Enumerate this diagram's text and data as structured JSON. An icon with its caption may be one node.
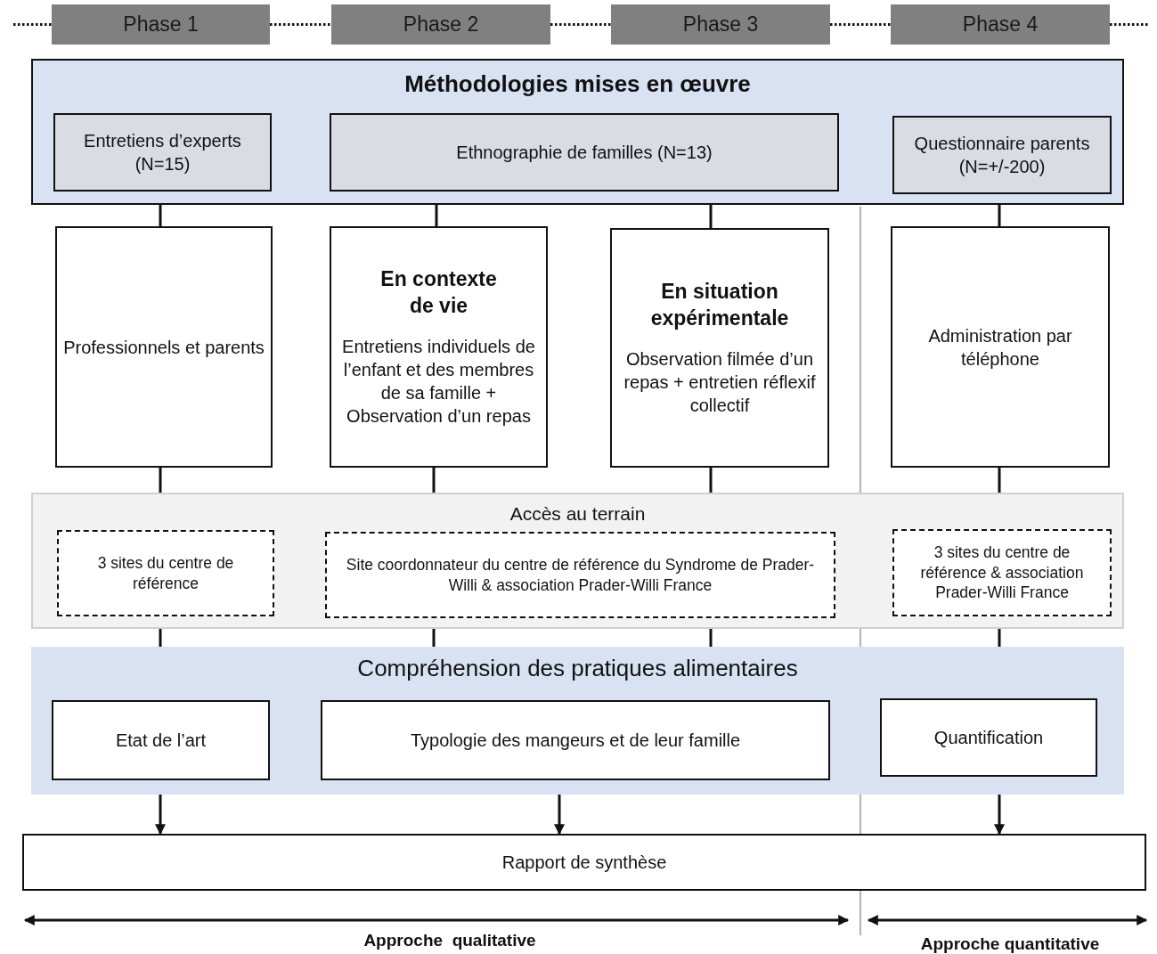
{
  "diagram": {
    "nodes": [
      {
        "text": [
          "Phase 1"
        ]
      },
      {
        "text": [
          "Phase 2"
        ]
      },
      {
        "text": [
          "Phase 3"
        ]
      },
      {
        "text": [
          "Phase 4"
        ]
      },
      {
        "text": [
          "Méthodologies mises en œuvre"
        ]
      },
      {
        "text": [
          "Entretiens d’experts (N=15)"
        ],
        "in": 4
      },
      {
        "text": [
          "Ethnographie de familles (N=13)"
        ],
        "in": 4
      },
      {
        "text": [
          "Questionnaire parents (N=+/-200)"
        ],
        "in": 4
      },
      {
        "text": [
          "Professionnels et parents"
        ]
      },
      {
        "text": [
          "En contexte de vie",
          "Entretiens individuels de l’enfant et des membres de sa famille + Observation d’un repas"
        ]
      },
      {
        "text": [
          "En situation expérimentale",
          "Observation filmée d’un repas + entretien réflexif collectif"
        ]
      },
      {
        "text": [
          "Administration par téléphone"
        ]
      },
      {
        "text": [
          "Accès au terrain"
        ]
      },
      {
        "text": [
          "3 sites du centre de référence"
        ],
        "in": 12
      },
      {
        "text": [
          "Site coordonnateur du centre de référence du Syndrome de Prader-Willi & association Prader-Willi France"
        ],
        "in": 12
      },
      {
        "text": [
          "3 sites du centre de référence & association Prader-Willi France"
        ],
        "in": 12
      },
      {
        "text": [
          "Compréhension des pratiques alimentaires"
        ]
      },
      {
        "text": [
          "Etat de l’art"
        ],
        "in": 16
      },
      {
        "text": [
          "Typologie des mangeurs et de leur famille"
        ],
        "in": 16
      },
      {
        "text": [
          "Quantification"
        ],
        "in": 16
      },
      {
        "text": [
          "Rapport de synthèse"
        ]
      }
    ],
    "edges": [
      {
        "from": null,
        "to": 0,
        "arrow": "none",
        "style": "dashed"
      },
      {
        "from": 0,
        "to": 1,
        "arrow": "none",
        "style": "dashed"
      },
      {
        "from": 1,
        "to": 2,
        "arrow": "none",
        "style": "dashed"
      },
      {
        "from": 2,
        "to": 3,
        "arrow": "none",
        "style": "dashed"
      },
      {
        "from": 3,
        "to": null,
        "arrow": "none",
        "style": "dashed"
      },
      {
        "from": 4,
        "to": 8,
        "arrow": "none"
      },
      {
        "from": 4,
        "to": 9,
        "arrow": "none"
      },
      {
        "from": 4,
        "to": 10,
        "arrow": "none"
      },
      {
        "from": 4,
        "to": 11,
        "arrow": "none"
      },
      {
        "from": 8,
        "to": 12,
        "arrow": "none"
      },
      {
        "from": 9,
        "to": 12,
        "arrow": "none"
      },
      {
        "from": 10,
        "to": 12,
        "arrow": "none"
      },
      {
        "from": 11,
        "to": 12,
        "arrow": "none"
      },
      {
        "from": 12,
        "to": 16,
        "arrow": "none"
      },
      {
        "from": 12,
        "to": 16,
        "arrow": "none"
      },
      {
        "from": 12,
        "to": 16,
        "arrow": "none"
      },
      {
        "from": 12,
        "to": 16,
        "arrow": "none"
      },
      {
        "from": 16,
        "to": 20,
        "arrow": "to"
      },
      {
        "from": 16,
        "to": 20,
        "arrow": "to"
      },
      {
        "from": 16,
        "to": 20,
        "arrow": "to"
      }
    ],
    "labels": [
      "Approche  qualitative",
      "Approche quantitative"
    ]
  }
}
